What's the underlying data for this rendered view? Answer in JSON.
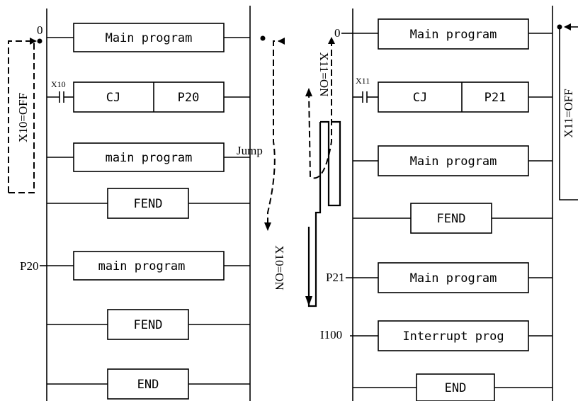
{
  "left": {
    "step_zero": "0",
    "box1": "Main program",
    "contact1": "X10",
    "cj1": "CJ",
    "p1": "P20",
    "box2": "main program",
    "fend1": "FEND",
    "pointer": "P20",
    "box3": "main program",
    "fend2": "FEND",
    "end": "END",
    "loop_label": "X10=OFF"
  },
  "middle": {
    "jump": "Jump",
    "x11_on": "X11=ON",
    "x10_on": "X10=ON",
    "step_zero": "0"
  },
  "right": {
    "box1": "Main program",
    "contact1": "X11",
    "cj1": "CJ",
    "p1": "P21",
    "box2": "Main program",
    "fend1": "FEND",
    "pointer": "P21",
    "box3": "Main program",
    "interrupt_label": "I100",
    "interrupt_box": "Interrupt prog",
    "end": "END",
    "loop_label": "X11=OFF"
  }
}
